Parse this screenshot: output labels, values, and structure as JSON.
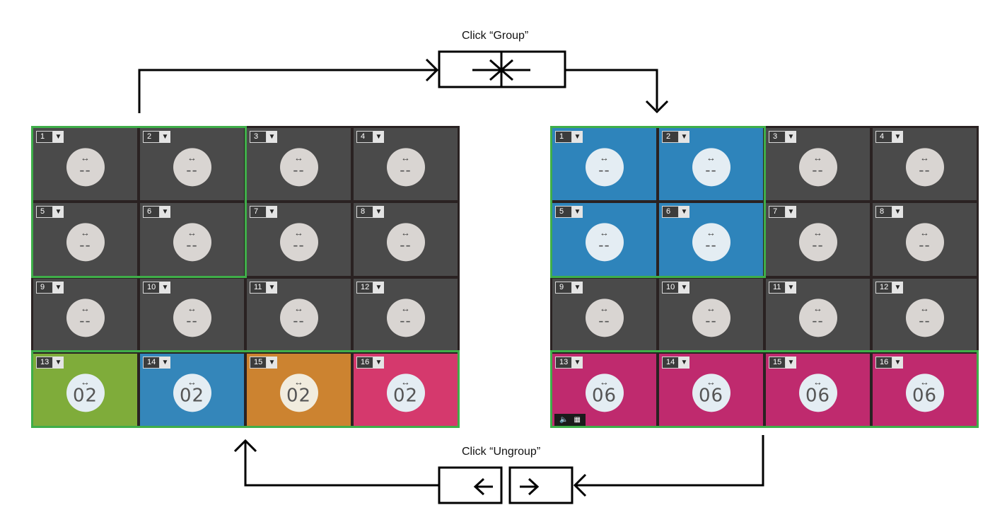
{
  "captions": {
    "group": "Click “Group”",
    "ungroup": "Click “Ungroup”"
  },
  "icons": {
    "group": "group-icon",
    "ungroup": "ungroup-icon",
    "tile_dropdown": "chevron-down-icon",
    "swap": "swap-arrows-icon",
    "speaker": "speaker-icon",
    "grid": "grid-icon"
  },
  "glyphs": {
    "swap": "↔",
    "dropdown": "▼",
    "speaker": "🔈",
    "grid": "▦"
  },
  "colors": {
    "tile_default": "#4a4a4a",
    "selection_outline": "#3fae49",
    "green": "#7fac3a",
    "blue": "#3486ba",
    "orange": "#cc8330",
    "pink": "#d5396d",
    "magenta": "#bf2a6e"
  },
  "before": {
    "tiles": [
      {
        "num": "1",
        "value": "--",
        "color": "default"
      },
      {
        "num": "2",
        "value": "--",
        "color": "default"
      },
      {
        "num": "3",
        "value": "--",
        "color": "default"
      },
      {
        "num": "4",
        "value": "--",
        "color": "default"
      },
      {
        "num": "5",
        "value": "--",
        "color": "default"
      },
      {
        "num": "6",
        "value": "--",
        "color": "default"
      },
      {
        "num": "7",
        "value": "--",
        "color": "default"
      },
      {
        "num": "8",
        "value": "--",
        "color": "default"
      },
      {
        "num": "9",
        "value": "--",
        "color": "default"
      },
      {
        "num": "10",
        "value": "--",
        "color": "default"
      },
      {
        "num": "11",
        "value": "--",
        "color": "default"
      },
      {
        "num": "12",
        "value": "--",
        "color": "default"
      },
      {
        "num": "13",
        "value": "02",
        "color": "green"
      },
      {
        "num": "14",
        "value": "02",
        "color": "blue"
      },
      {
        "num": "15",
        "value": "02",
        "color": "orange"
      },
      {
        "num": "16",
        "value": "02",
        "color": "pink"
      }
    ]
  },
  "after": {
    "tiles": [
      {
        "num": "1",
        "value": "--",
        "color": "blue"
      },
      {
        "num": "2",
        "value": "--",
        "color": "blue"
      },
      {
        "num": "3",
        "value": "--",
        "color": "default"
      },
      {
        "num": "4",
        "value": "--",
        "color": "default"
      },
      {
        "num": "5",
        "value": "--",
        "color": "blue"
      },
      {
        "num": "6",
        "value": "--",
        "color": "blue"
      },
      {
        "num": "7",
        "value": "--",
        "color": "default"
      },
      {
        "num": "8",
        "value": "--",
        "color": "default"
      },
      {
        "num": "9",
        "value": "--",
        "color": "default"
      },
      {
        "num": "10",
        "value": "--",
        "color": "default"
      },
      {
        "num": "11",
        "value": "--",
        "color": "default"
      },
      {
        "num": "12",
        "value": "--",
        "color": "default"
      },
      {
        "num": "13",
        "value": "06",
        "color": "magenta"
      },
      {
        "num": "14",
        "value": "06",
        "color": "magenta"
      },
      {
        "num": "15",
        "value": "06",
        "color": "magenta"
      },
      {
        "num": "16",
        "value": "06",
        "color": "magenta"
      }
    ]
  }
}
